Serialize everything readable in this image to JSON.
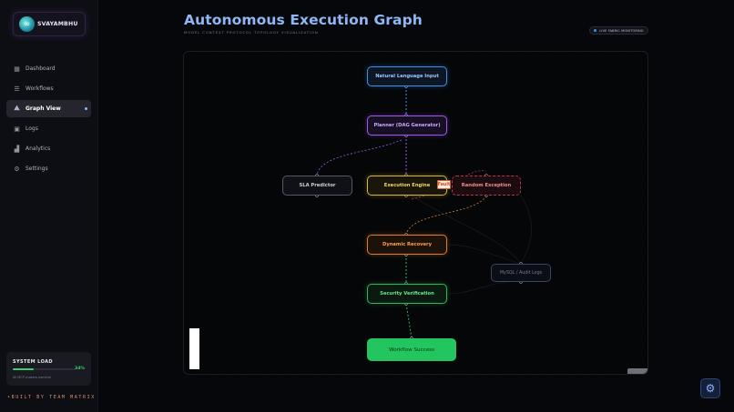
{
  "brand": {
    "name": "SVAYAMBHU",
    "logo_icon": "infinity-logo-icon"
  },
  "nav": [
    {
      "label": "Dashboard",
      "icon": "grid-icon",
      "active": false
    },
    {
      "label": "Workflows",
      "icon": "list-icon",
      "active": false
    },
    {
      "label": "Graph View",
      "icon": "graph-icon",
      "active": true
    },
    {
      "label": "Logs",
      "icon": "terminal-icon",
      "active": false
    },
    {
      "label": "Analytics",
      "icon": "bar-chart-icon",
      "active": false
    },
    {
      "label": "Settings",
      "icon": "gear-icon",
      "active": false
    }
  ],
  "system_load": {
    "title": "SYSTEM LOAD",
    "value_label": "34%",
    "value": 0.34,
    "caption": "All MCP clusters nominal"
  },
  "footer": "•BUILT BY TEAM MATRIX",
  "header": {
    "title": "Autonomous Execution Graph",
    "subtitle": "MODEL CONTEXT PROTOCOL TOPOLOGY VISUALIZATION",
    "live_badge": "LIVE FABRIC MONITORING"
  },
  "graph": {
    "nodes": {
      "input": "Natural Language Input",
      "planner": "Planner (DAG Generator)",
      "sla": "SLA Predictor",
      "exec": "Execution Engine",
      "random": "Random Exception",
      "recovery": "Dynamic Recovery",
      "mysql": "MySQL / Audit Logs",
      "security": "Security Verification",
      "success": "Workflow Success"
    },
    "fault_label": "Fault"
  },
  "colors": {
    "accent_blue": "#3f8ee0",
    "accent_purple": "#9a5ce4",
    "accent_yellow": "#d6b43a",
    "accent_red": "#b83a45",
    "accent_orange": "#e27a2a",
    "accent_green": "#22c55e"
  },
  "fab_icon": "settings-cog-icon"
}
